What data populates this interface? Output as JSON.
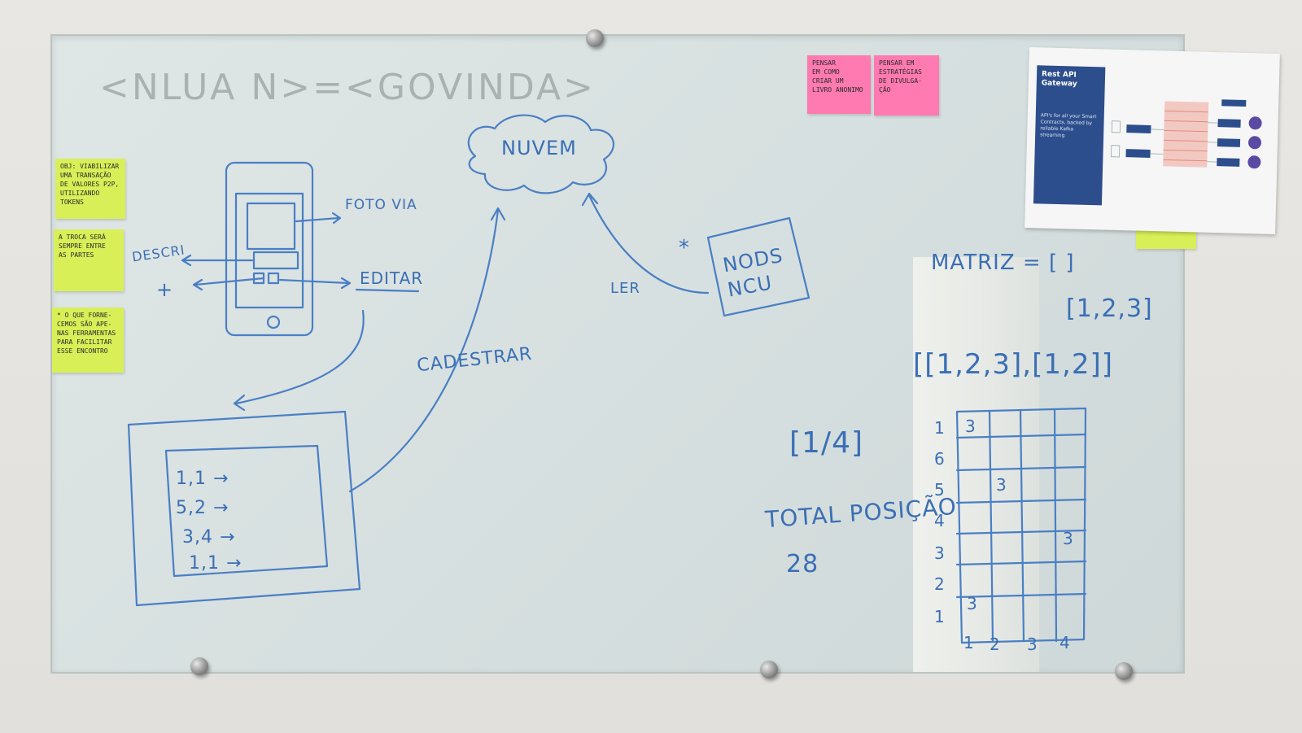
{
  "board": {
    "header": "<NLUA N>=<GOVINDA>",
    "cloud": "NUVEM",
    "photo_label": "FOTO VIA",
    "descr_label": "DESCRI",
    "edit_label": "EDITAR",
    "plus": "+",
    "register_label": "CADESTRAR",
    "read_label": "LER",
    "node_label_1": "NODS",
    "node_label_2": "NCU",
    "node_star": "*",
    "list_items": [
      "1,1 →",
      "5,2 →",
      "3,4 →",
      "1,1 →"
    ],
    "matrix_title": "MATRIZ = [ ]",
    "matrix_line1": "[1,2,3]",
    "matrix_line2": "[[1,2,3],[1,2]]",
    "bracket": "[1/4]",
    "total_label": "TOTAL POSIÇÃO",
    "total_value": "28",
    "grid_rows": [
      "1",
      "6",
      "5",
      "4",
      "3",
      "2",
      "1"
    ],
    "grid_cols": [
      "1",
      "2",
      "3",
      "4"
    ],
    "grid_marks": [
      "3",
      "3",
      "3",
      "3"
    ]
  },
  "stickies": {
    "yellow_1": "OBJ: VIABILIZAR\nUMA TRANSAÇÃO\nDE VALORES P2P,\nUTILIZANDO TOKENS",
    "yellow_2": "A TROCA SERÁ\nSEMPRE ENTRE\nAS PARTES",
    "yellow_3": "* O QUE FORNE-\nCEMOS SÃO APE-\nNAS FERRAMENTAS\nPARA FACILITAR\nESSE ENCONTRO",
    "pink_1": "PENSAR\nEM COMO\nCRIAR UM\nLIVRO ANONIMO",
    "pink_2": "PENSAR EM\nESTRATÉGIAS\nDE DIVULGA-\nÇÃO"
  },
  "poster": {
    "title": "Rest API Gateway",
    "subtitle": "API's for all your Smart Contracts, backed by reliable Kafka streaming"
  },
  "colors": {
    "ink": "#3a6fb5",
    "yellow_note": "#d9ef57",
    "pink_note": "#ff7ab0",
    "poster_blue": "#2d4e8c"
  }
}
